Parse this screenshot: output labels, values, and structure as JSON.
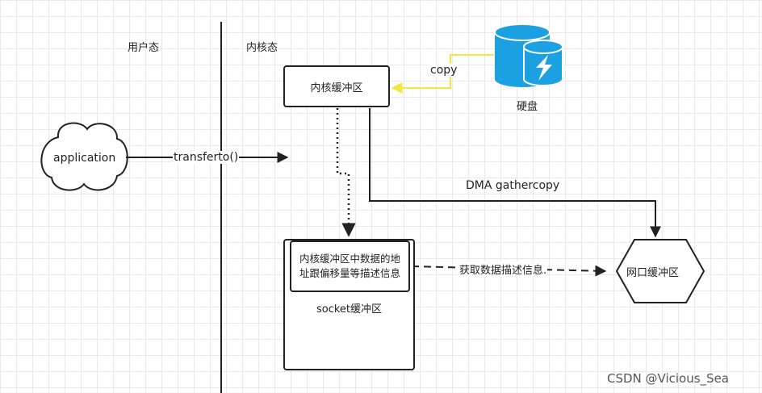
{
  "zones": {
    "user_mode": "用户态",
    "kernel_mode": "内核态"
  },
  "nodes": {
    "application": "application",
    "kernel_buffer": "内核缓冲区",
    "disk": "硬盘",
    "socket_buffer": "socket缓冲区",
    "descriptor_info": "内核缓冲区中数据的地址跟偏移量等描述信息",
    "nic_buffer": "网口缓冲区"
  },
  "edges": {
    "copy": "copy",
    "transferto": "transferto()",
    "dma_gathercopy": "DMA gathercopy",
    "fetch_descriptor": "获取数据描述信息."
  },
  "watermark": "CSDN @Vicious_Sea",
  "colors": {
    "disk_blue": "#1ba1e2",
    "copy_arrow": "#f5e642",
    "stroke": "#222222"
  },
  "icons": {
    "disk": "lightning-database-icon",
    "application": "cloud-icon",
    "nic": "hexagon-shape"
  }
}
